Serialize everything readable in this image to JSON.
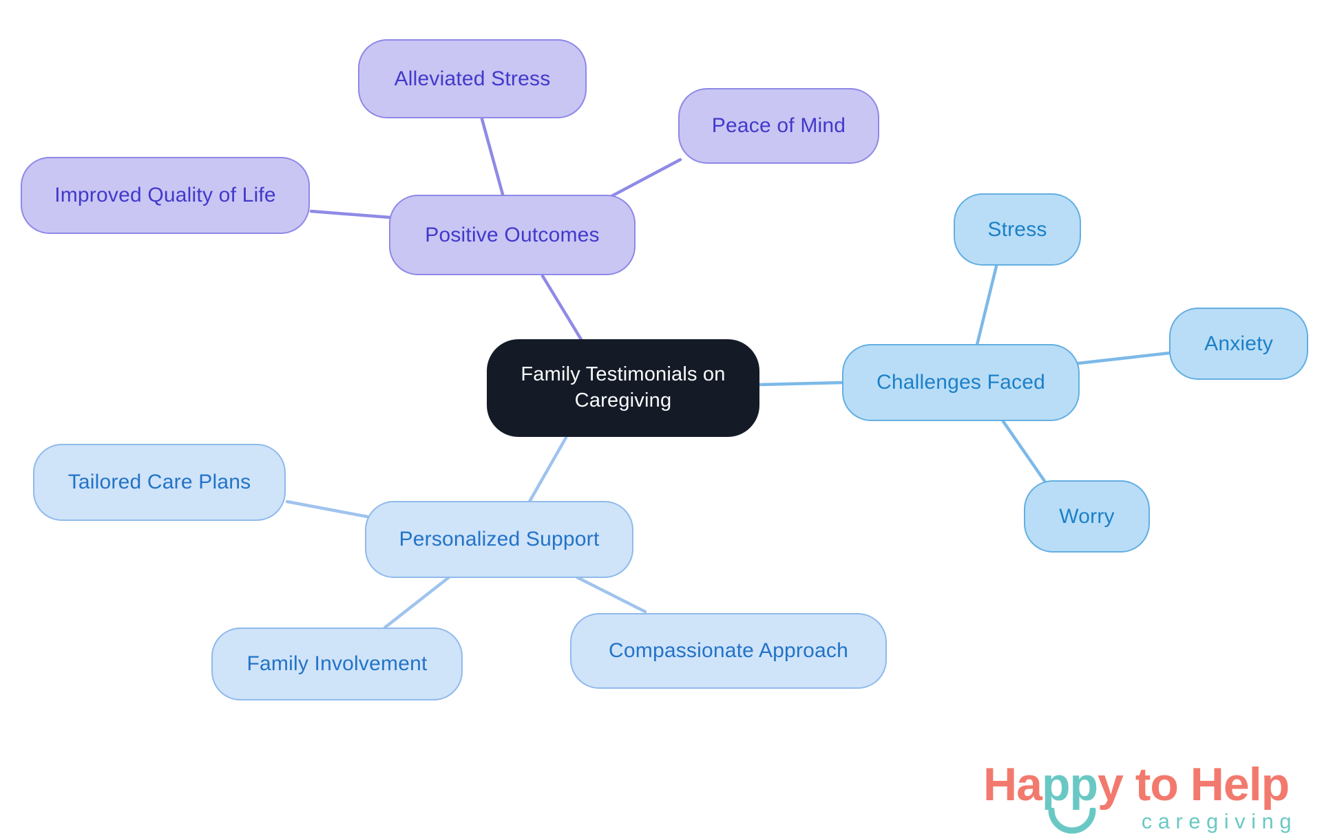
{
  "diagram": {
    "type": "mindmap",
    "central": {
      "label": "Family Testimonials on Caregiving",
      "bg_color": "#141B27",
      "text_color": "#FAFBFC"
    },
    "branches": [
      {
        "label": "Positive Outcomes",
        "fill": "#C9C6F4",
        "border": "#8D88E6",
        "text_color": "#4238CA",
        "line_color": "#8F8AE6",
        "children": [
          {
            "label": "Alleviated Stress"
          },
          {
            "label": "Peace of Mind"
          },
          {
            "label": "Improved Quality of Life"
          }
        ]
      },
      {
        "label": "Challenges Faced",
        "fill": "#B9DDF7",
        "border": "#62AEE2",
        "text_color": "#1B80C8",
        "line_color": "#7CB9E8",
        "children": [
          {
            "label": "Stress"
          },
          {
            "label": "Anxiety"
          },
          {
            "label": "Worry"
          }
        ]
      },
      {
        "label": "Personalized Support",
        "fill": "#CFE3F9",
        "border": "#8FBAEB",
        "text_color": "#2273C6",
        "line_color": "#9FC3EE",
        "children": [
          {
            "label": "Tailored Care Plans"
          },
          {
            "label": "Family Involvement"
          },
          {
            "label": "Compassionate Approach"
          }
        ]
      }
    ]
  },
  "logo": {
    "word_part_1": "Ha",
    "word_part_2": "pp",
    "word_part_3": "y to Help",
    "subtitle": "caregiving",
    "coral": "#F2796D",
    "teal": "#6AC8C4"
  }
}
